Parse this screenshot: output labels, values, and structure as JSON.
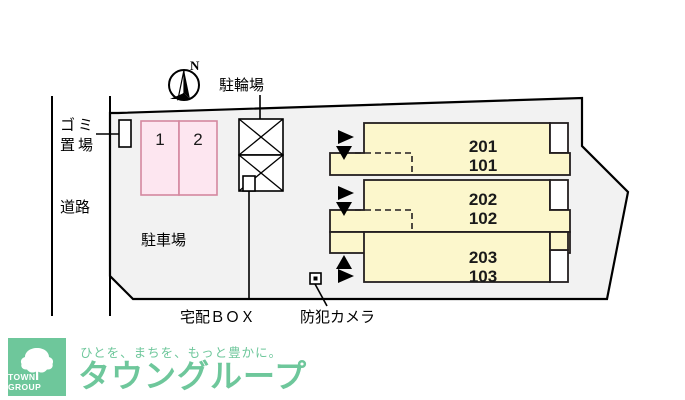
{
  "map": {
    "compass": {
      "label": "N",
      "name": "north-compass"
    },
    "annotations": {
      "bicycle_parking": "駐輪場",
      "garbage_area": "ゴミ\n置場",
      "garbage_area_line1": "ゴ",
      "garbage_area_line2": "ミ",
      "garbage_area_line3": "置",
      "garbage_area_line4": "場",
      "road": "道路",
      "parking_lot": "駐車場",
      "delivery_box": "宅配ＢＯＸ",
      "security_camera": "防犯カメラ"
    },
    "parking_stalls": [
      {
        "id": "stall-1",
        "label": "1"
      },
      {
        "id": "stall-2",
        "label": "2"
      }
    ],
    "buildings": [
      {
        "id": "block-1",
        "upper": "201",
        "lower": "101",
        "arrows": [
          "right",
          "down"
        ]
      },
      {
        "id": "block-2",
        "upper": "202",
        "lower": "102",
        "arrows": [
          "right",
          "down"
        ]
      },
      {
        "id": "block-3",
        "upper": "203",
        "lower": "103",
        "arrows": [
          "up",
          "right"
        ]
      }
    ],
    "colors": {
      "site_fill": "#f2f2f2",
      "building_fill": "#fcf7cc",
      "building_stroke": "#231f20",
      "stall_fill": "#fde6f0",
      "stall_stroke": "#d4889f",
      "outline": "#000000"
    }
  },
  "brand": {
    "logo_text": "TOWN GROUP",
    "tagline": "ひとを、まちを、もっと豊かに。",
    "name": "タウングループ",
    "color": "#6ec79b"
  }
}
